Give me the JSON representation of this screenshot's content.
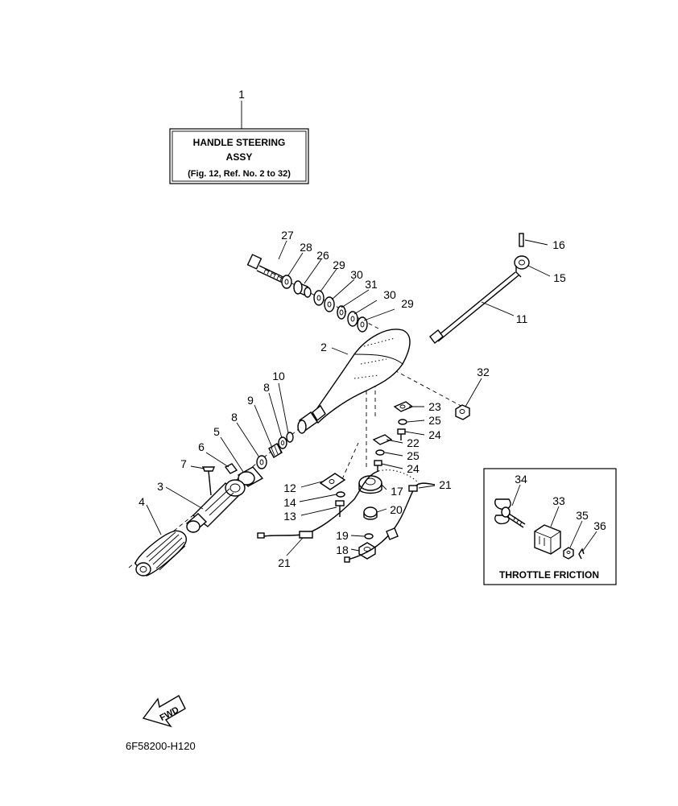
{
  "assembly_box": {
    "ref": "1",
    "line1": "HANDLE STEERING",
    "line2": "ASSY",
    "line3": "(Fig. 12, Ref. No. 2 to 32)"
  },
  "throttle_box": {
    "title": "THROTTLE FRICTION"
  },
  "fwd_label": "FWD",
  "diagram_code": "6F58200-H120",
  "callouts": {
    "c2": "2",
    "c3": "3",
    "c4": "4",
    "c5": "5",
    "c6": "6",
    "c7": "7",
    "c8a": "8",
    "c8b": "8",
    "c9": "9",
    "c10": "10",
    "c11": "11",
    "c12": "12",
    "c13": "13",
    "c14": "14",
    "c15": "15",
    "c16": "16",
    "c17": "17",
    "c18": "18",
    "c19": "19",
    "c20": "20",
    "c21a": "21",
    "c21b": "21",
    "c22": "22",
    "c23": "23",
    "c24a": "24",
    "c24b": "24",
    "c25a": "25",
    "c25b": "25",
    "c26": "26",
    "c27": "27",
    "c28": "28",
    "c29a": "29",
    "c29b": "29",
    "c30a": "30",
    "c30b": "30",
    "c31": "31",
    "c32": "32",
    "c33": "33",
    "c34": "34",
    "c35": "35",
    "c36": "36"
  }
}
